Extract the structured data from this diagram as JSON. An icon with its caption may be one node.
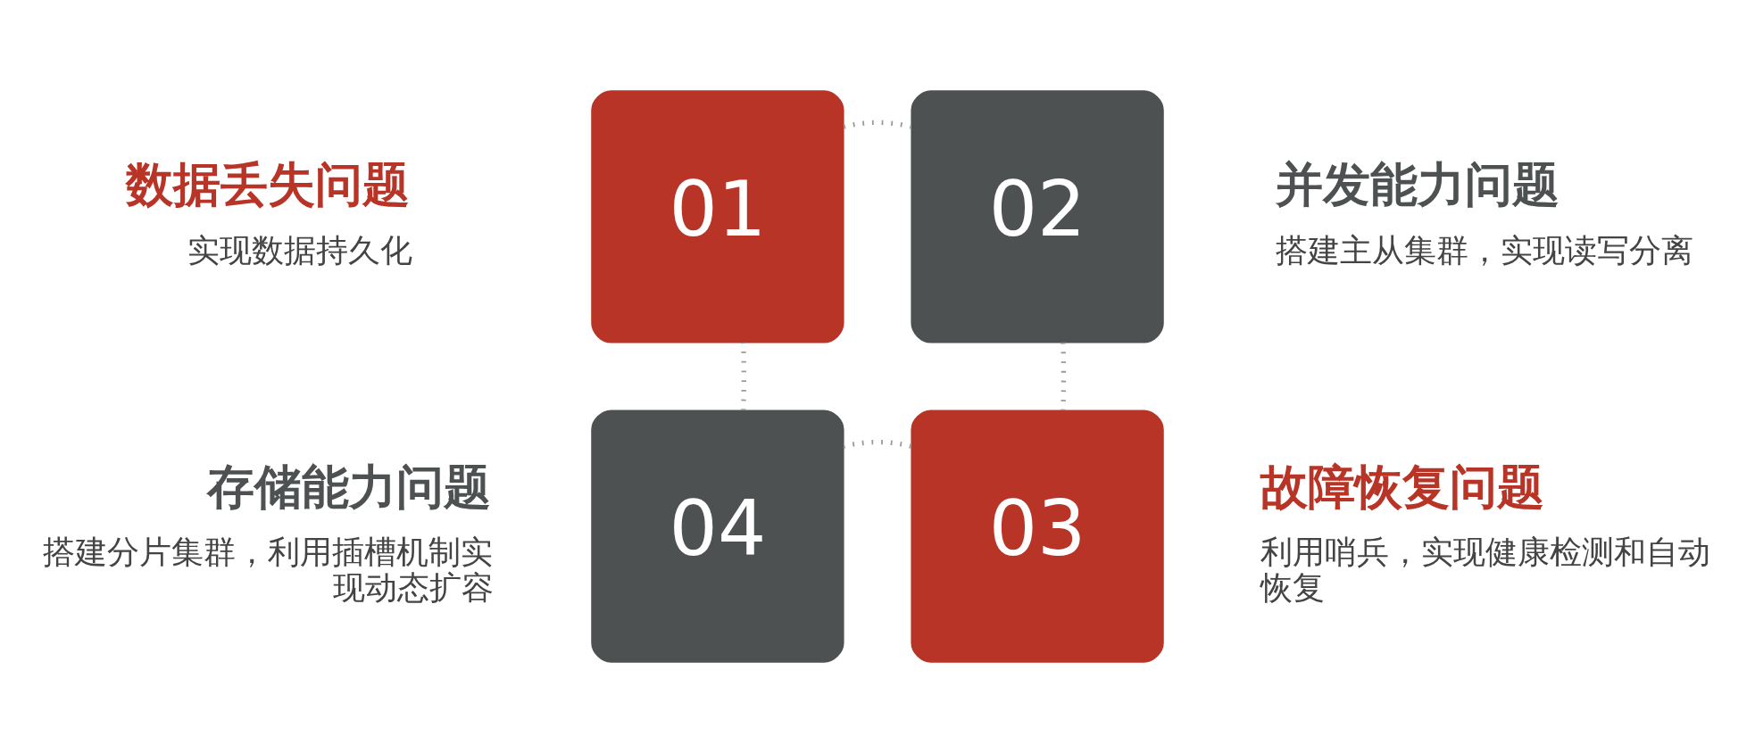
{
  "diagram": {
    "nodes": [
      {
        "text": [
          "01"
        ],
        "beside": [
          "数据丢失问题",
          "实现数据持久化"
        ]
      },
      {
        "text": [
          "02"
        ],
        "beside": [
          "并发能力问题",
          "搭建主从集群，实现读写分离"
        ]
      },
      {
        "text": [
          "03"
        ],
        "beside": [
          "故障恢复问题",
          "利用哨兵，实现健康检测和自动恢复"
        ]
      },
      {
        "text": [
          "04"
        ],
        "beside": [
          "存储能力问题",
          "搭建分片集群，利用插槽机制实现动态扩容"
        ]
      }
    ],
    "edges": [
      {
        "from": 0,
        "to": 1,
        "arrow": "none"
      },
      {
        "from": 1,
        "to": 2,
        "arrow": "none"
      },
      {
        "from": 2,
        "to": 3,
        "arrow": "none"
      },
      {
        "from": 3,
        "to": 0,
        "arrow": "none"
      }
    ]
  }
}
